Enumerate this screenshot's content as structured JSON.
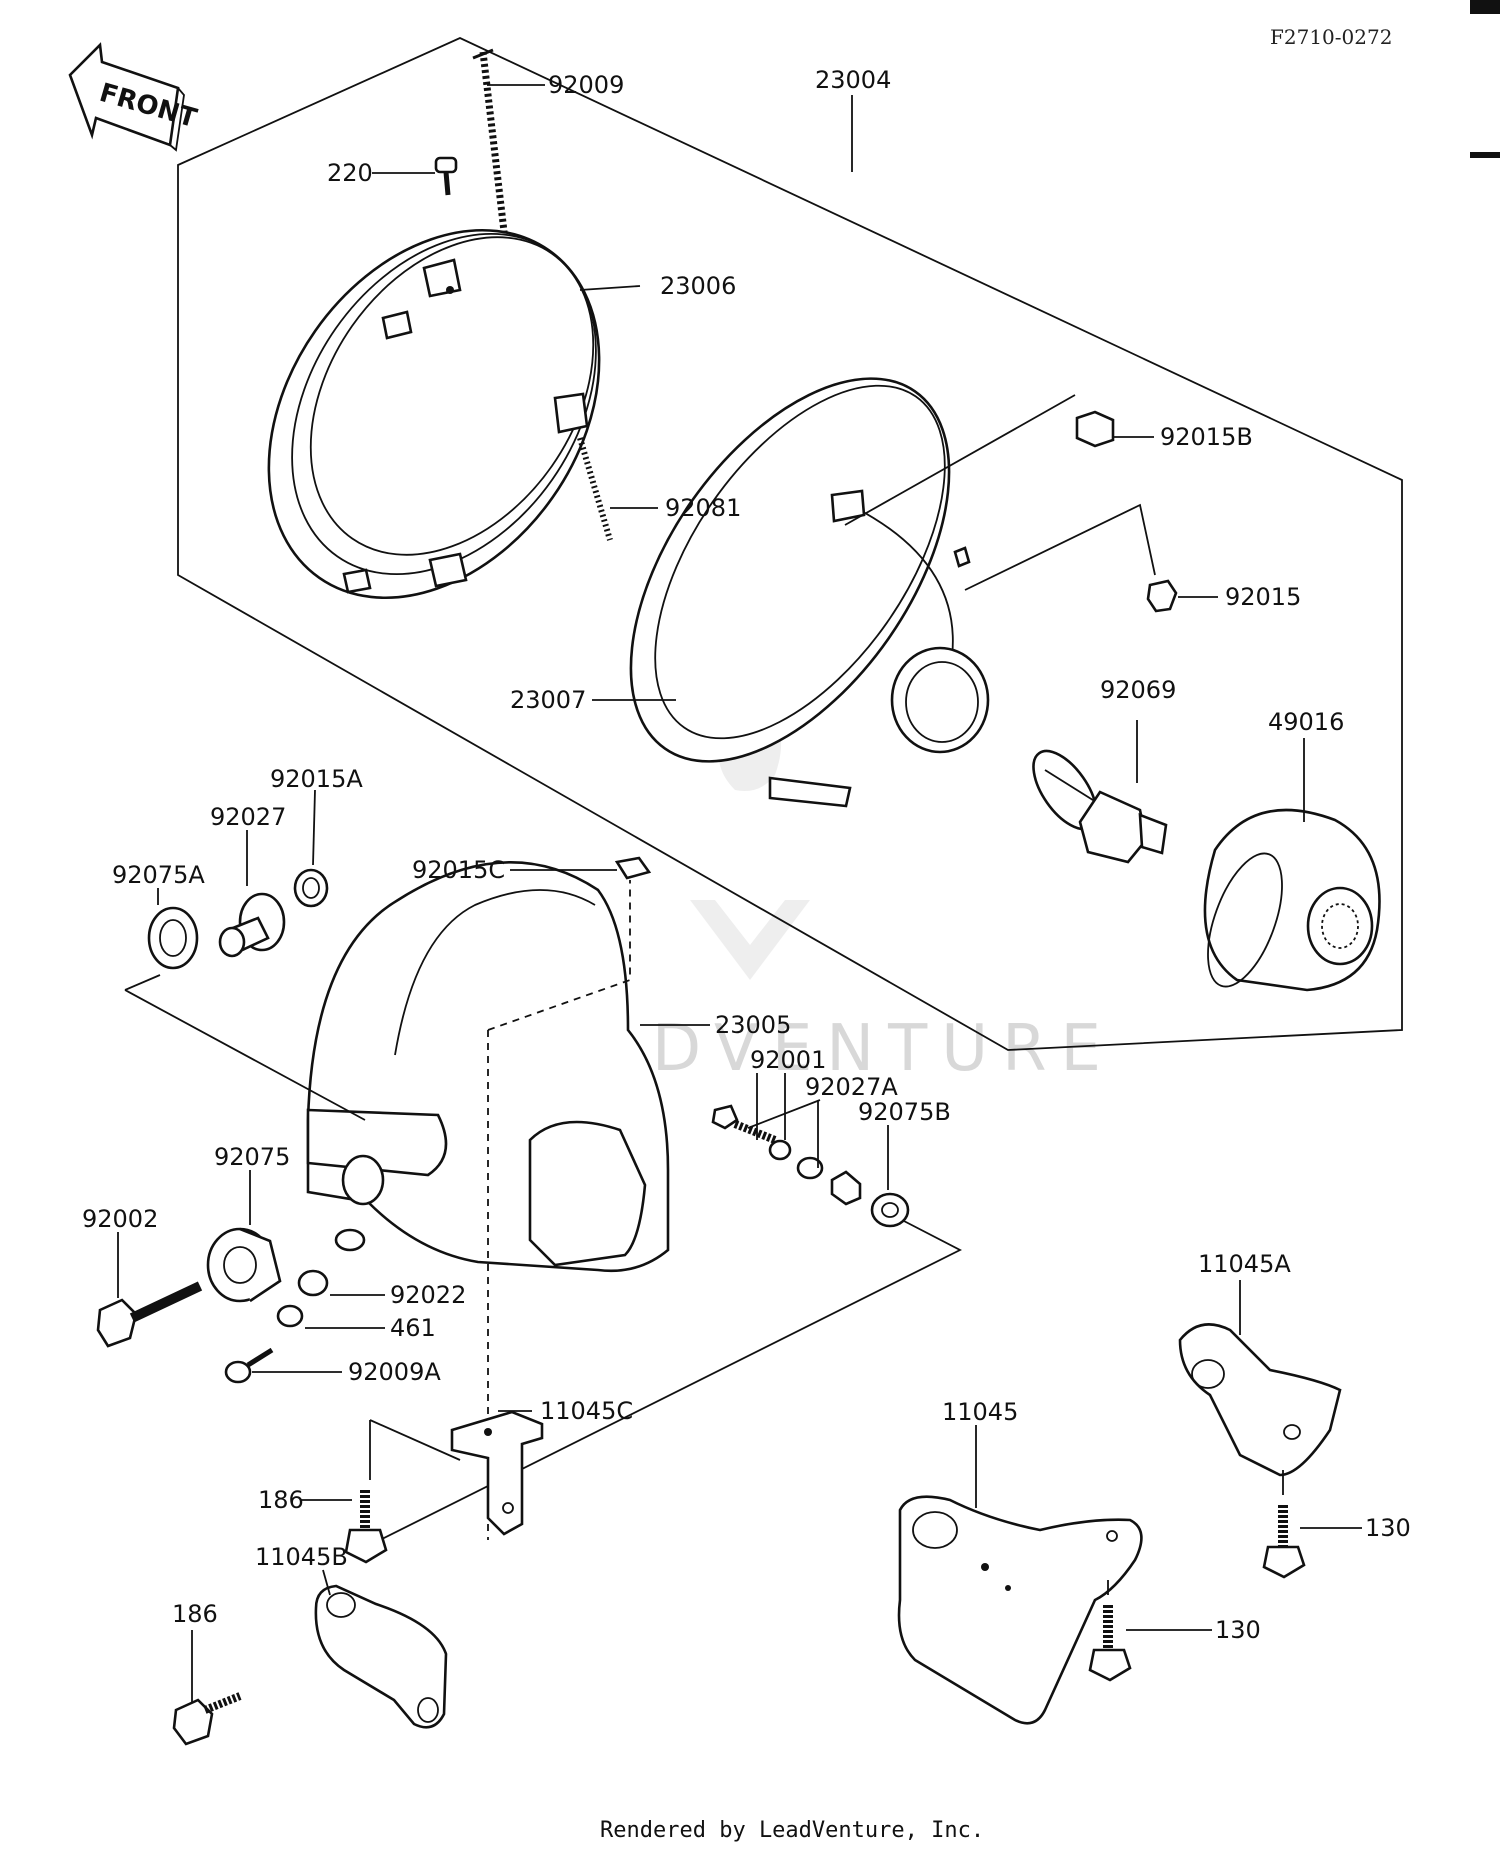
{
  "diagram": {
    "code": "F2710-0272",
    "front_label": "FRONT",
    "watermark": "LEADVENTURE",
    "footer": "Rendered by LeadVenture, Inc.",
    "parts": {
      "p23004": "23004",
      "p92009": "92009",
      "p220": "220",
      "p23006": "23006",
      "p92015B": "92015B",
      "p92081": "92081",
      "p92015": "92015",
      "p23007": "23007",
      "p92069": "92069",
      "p49016": "49016",
      "p92015A": "92015A",
      "p92027": "92027",
      "p92075A": "92075A",
      "p92015C": "92015C",
      "p23005": "23005",
      "p92001": "92001",
      "p92027A": "92027A",
      "p92075B": "92075B",
      "p92075": "92075",
      "p92002": "92002",
      "p92022": "92022",
      "p461": "461",
      "p92009A": "92009A",
      "p11045C": "11045C",
      "p11045A": "11045A",
      "p11045": "11045",
      "p186a": "186",
      "p186b": "186",
      "p11045B": "11045B",
      "p130a": "130",
      "p130b": "130"
    }
  }
}
